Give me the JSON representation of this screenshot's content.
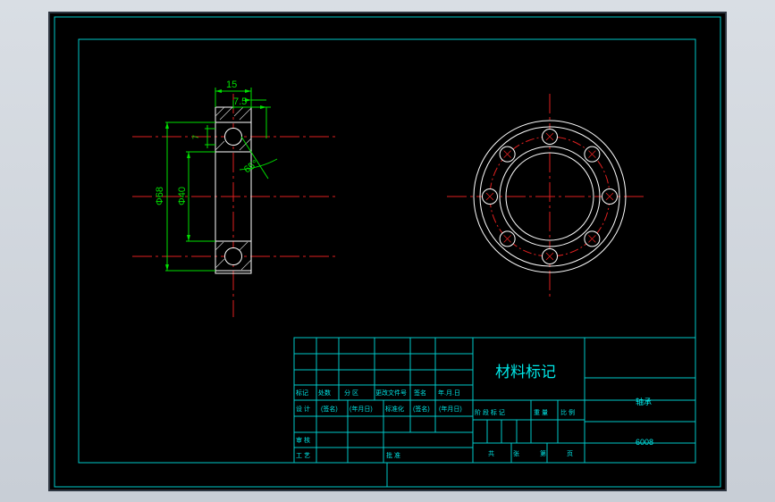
{
  "drawing": {
    "title_material": "材料标记",
    "material": "轴承",
    "code": "6008",
    "dimensions": {
      "width_total": "15",
      "half_width": "7.5",
      "small_offset": "7",
      "angle": "65°",
      "outer_diameter": "Φ68",
      "inner_diameter": "Φ40"
    },
    "title_block": {
      "row_labels": [
        "标记",
        "处数",
        "分 区",
        "更改文件号",
        "签名",
        "年.月.日"
      ],
      "design_row": [
        "设 计",
        "(签名)",
        "(年月日)",
        "标准化",
        "(签名)",
        "(年月日)"
      ],
      "stage_headers": [
        "阶 段 标 记",
        "重 量",
        "比 例"
      ],
      "review": "审 核",
      "process": "工 艺",
      "approve": "批 准",
      "sheet_info": [
        "共",
        "张",
        "第",
        "页"
      ]
    }
  }
}
